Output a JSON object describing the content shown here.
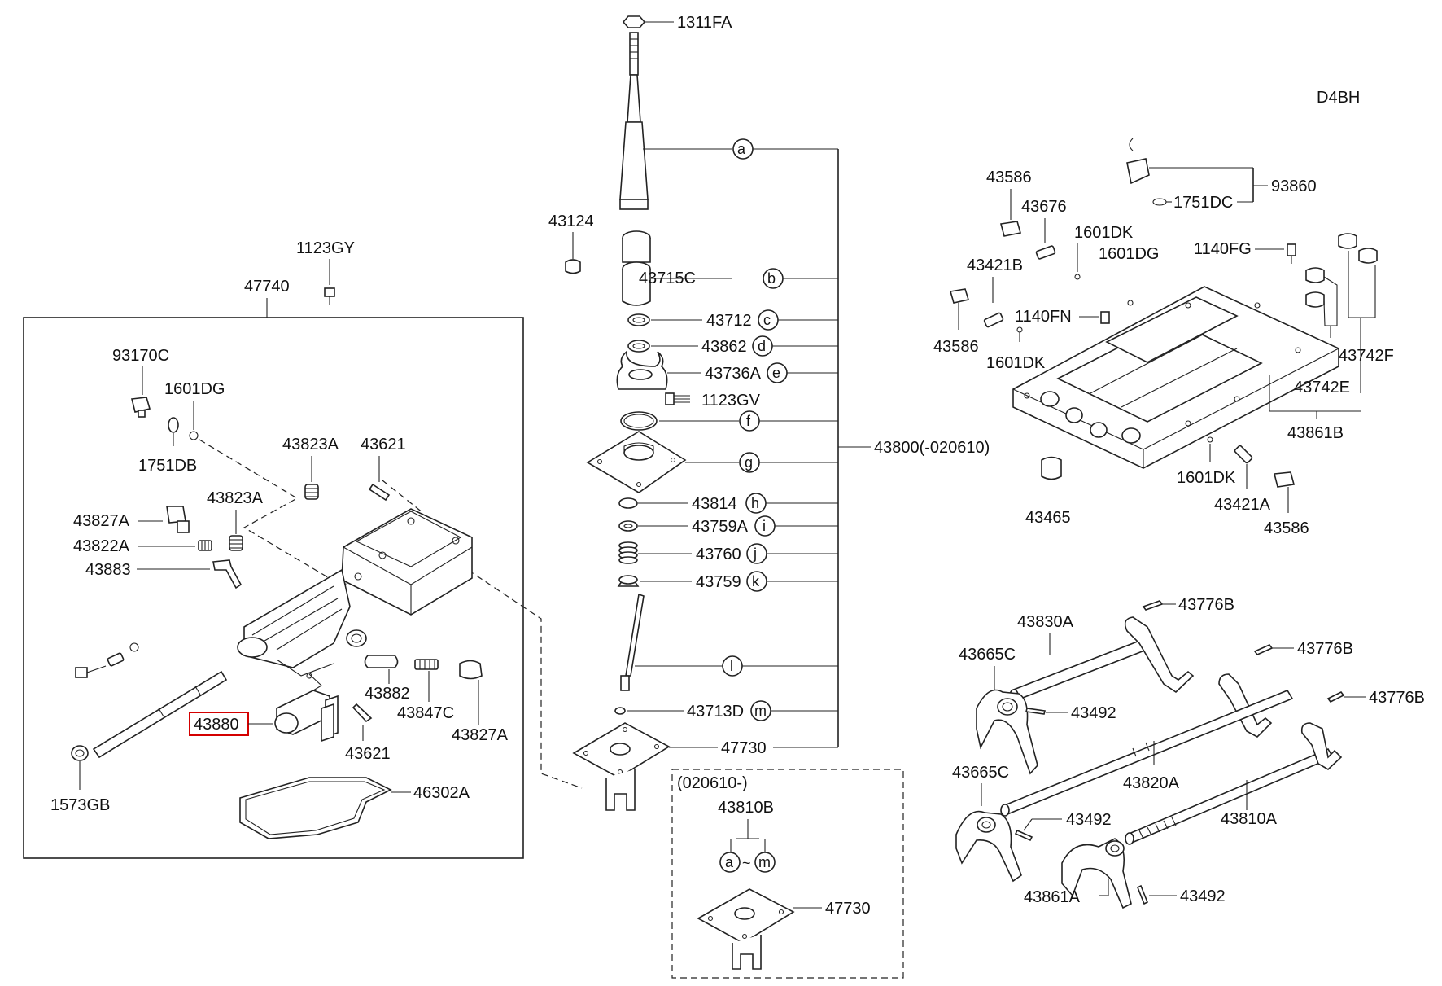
{
  "engine_code": "D4BH",
  "part_numbers": {
    "p1311FA": "1311FA",
    "p43124": "43124",
    "p43715C": "43715C",
    "p43712": "43712",
    "p43862": "43862",
    "p43736A": "43736A",
    "p1123GV": "1123GV",
    "p43800": "43800(-020610)",
    "p43814": "43814",
    "p43759A": "43759A",
    "p43760": "43760",
    "p43759": "43759",
    "p43713D": "43713D",
    "p47730": "47730",
    "p47730b": "47730",
    "p020610": "(020610-)",
    "p43810B": "43810B",
    "p1123GY": "1123GY",
    "p47740": "47740",
    "p93170C": "93170C",
    "p1601DG": "1601DG",
    "p1751DB": "1751DB",
    "p43823A_1": "43823A",
    "p43621_1": "43621",
    "p43823A_2": "43823A",
    "p43827A_1": "43827A",
    "p43822A": "43822A",
    "p43883": "43883",
    "p43882": "43882",
    "p43847C": "43847C",
    "p43827A_2": "43827A",
    "p43880": "43880",
    "p43621_2": "43621",
    "p1573GB": "1573GB",
    "p46302A": "46302A",
    "p93860": "93860",
    "p1751DC": "1751DC",
    "p43586_1": "43586",
    "p43676": "43676",
    "p1601DK_1": "1601DK",
    "p1601DG_2": "1601DG",
    "p1140FG": "1140FG",
    "p43421B": "43421B",
    "p1140FN": "1140FN",
    "p43586_2": "43586",
    "p1601DK_2": "1601DK",
    "p43742F": "43742F",
    "p43742E": "43742E",
    "p43861B": "43861B",
    "p1601DK_3": "1601DK",
    "p43421A": "43421A",
    "p43465": "43465",
    "p43586_3": "43586",
    "p43776B_1": "43776B",
    "p43830A": "43830A",
    "p43776B_2": "43776B",
    "p43665C_1": "43665C",
    "p43776B_3": "43776B",
    "p43492_1": "43492",
    "p43665C_2": "43665C",
    "p43820A": "43820A",
    "p43492_2": "43492",
    "p43810A": "43810A",
    "p43861A": "43861A",
    "p43492_3": "43492"
  },
  "callout_letters": {
    "a": "a",
    "b": "b",
    "c": "c",
    "d": "d",
    "e": "e",
    "f": "f",
    "g": "g",
    "h": "h",
    "i": "i",
    "j": "j",
    "k": "k",
    "l": "l",
    "m": "m",
    "range_a": "a",
    "range_tilde": "~",
    "range_m": "m"
  },
  "highlighted_part": "43880",
  "highlight_color": "#d40000"
}
